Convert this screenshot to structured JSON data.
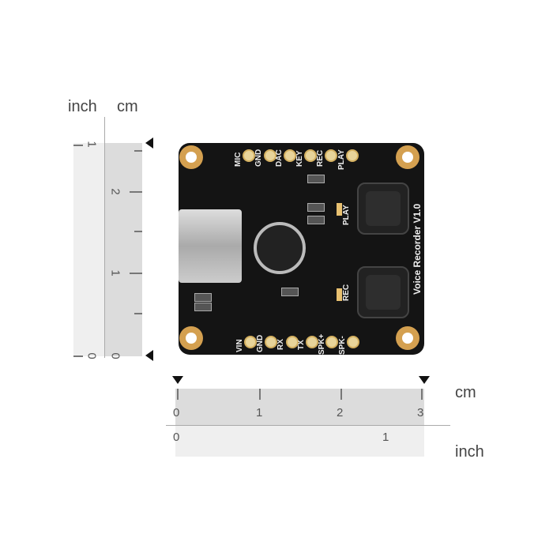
{
  "vertical_ruler": {
    "unit_labels": [
      "inch",
      "cm"
    ],
    "inch_ticks": [
      "1",
      "0"
    ],
    "cm_ticks": [
      "2",
      "1",
      "0"
    ]
  },
  "horizontal_ruler": {
    "unit_labels": [
      "cm",
      "inch"
    ],
    "cm_ticks": [
      "0",
      "1",
      "2",
      "3"
    ],
    "inch_ticks": [
      "0",
      "1"
    ]
  },
  "board": {
    "title": "Voice Recorder V1.0",
    "top_pins": [
      "MIC",
      "GND",
      "DAC",
      "KEY",
      "REC",
      "PLAY"
    ],
    "bottom_pins": [
      "VIN",
      "GND",
      "RX",
      "TX",
      "SPK+",
      "SPK-"
    ],
    "led_labels": [
      "PLAY",
      "REC"
    ],
    "pcb_color": "#141414",
    "pad_color": "#d4a050"
  }
}
